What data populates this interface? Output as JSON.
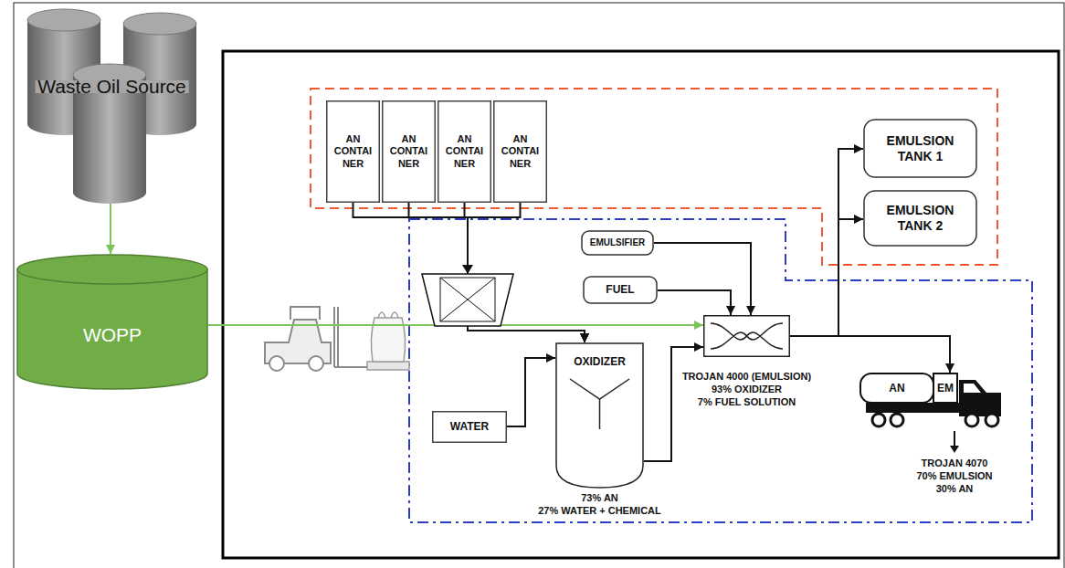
{
  "diagram": {
    "nodes": [
      {
        "text": [
          "Waste Oil Source"
        ]
      },
      {
        "text": [
          "AN CONTAI NER"
        ]
      },
      {
        "text": [
          "AN CONTAI NER"
        ]
      },
      {
        "text": [
          "AN CONTAI NER"
        ]
      },
      {
        "text": [
          "AN CONTAI NER"
        ]
      },
      {
        "text": [
          "EMULSION TANK 1"
        ]
      },
      {
        "text": [
          "EMULSION TANK 2"
        ]
      },
      {
        "text": [
          "EMULSIFIER"
        ]
      },
      {
        "text": [
          "FUEL"
        ]
      },
      {
        "text": [
          "WOPP"
        ]
      },
      {
        "text": [
          "TROJAN 4000 (EMULSION)",
          "93% OXIDIZER",
          "7% FUEL SOLUTION"
        ]
      },
      {
        "text": [
          "OXIDIZER",
          "73% AN",
          "27% WATER + CHEMICAL"
        ]
      },
      {
        "text": [
          "WATER"
        ]
      },
      {
        "text": [
          "AN",
          "EM",
          "TROJAN 4070",
          "70% EMULSION",
          "30% AN"
        ]
      }
    ],
    "edges": [
      {
        "from": 0,
        "to": 9,
        "arrow": "to"
      },
      {
        "from": 9,
        "to": 10,
        "arrow": "to"
      },
      {
        "from": 1,
        "to": 11,
        "arrow": "to"
      },
      {
        "from": 2,
        "to": 11,
        "arrow": "to"
      },
      {
        "from": 3,
        "to": 11,
        "arrow": "to"
      },
      {
        "from": 4,
        "to": 11,
        "arrow": "to"
      },
      {
        "from": 12,
        "to": 11,
        "arrow": "to"
      },
      {
        "from": 11,
        "to": 10,
        "arrow": "to"
      },
      {
        "from": 7,
        "to": 10,
        "arrow": "to"
      },
      {
        "from": 8,
        "to": 10,
        "arrow": "to"
      },
      {
        "from": 10,
        "to": 5,
        "arrow": "to"
      },
      {
        "from": 10,
        "to": 6,
        "arrow": "to"
      },
      {
        "from": 10,
        "to": 13,
        "arrow": "to"
      }
    ]
  }
}
